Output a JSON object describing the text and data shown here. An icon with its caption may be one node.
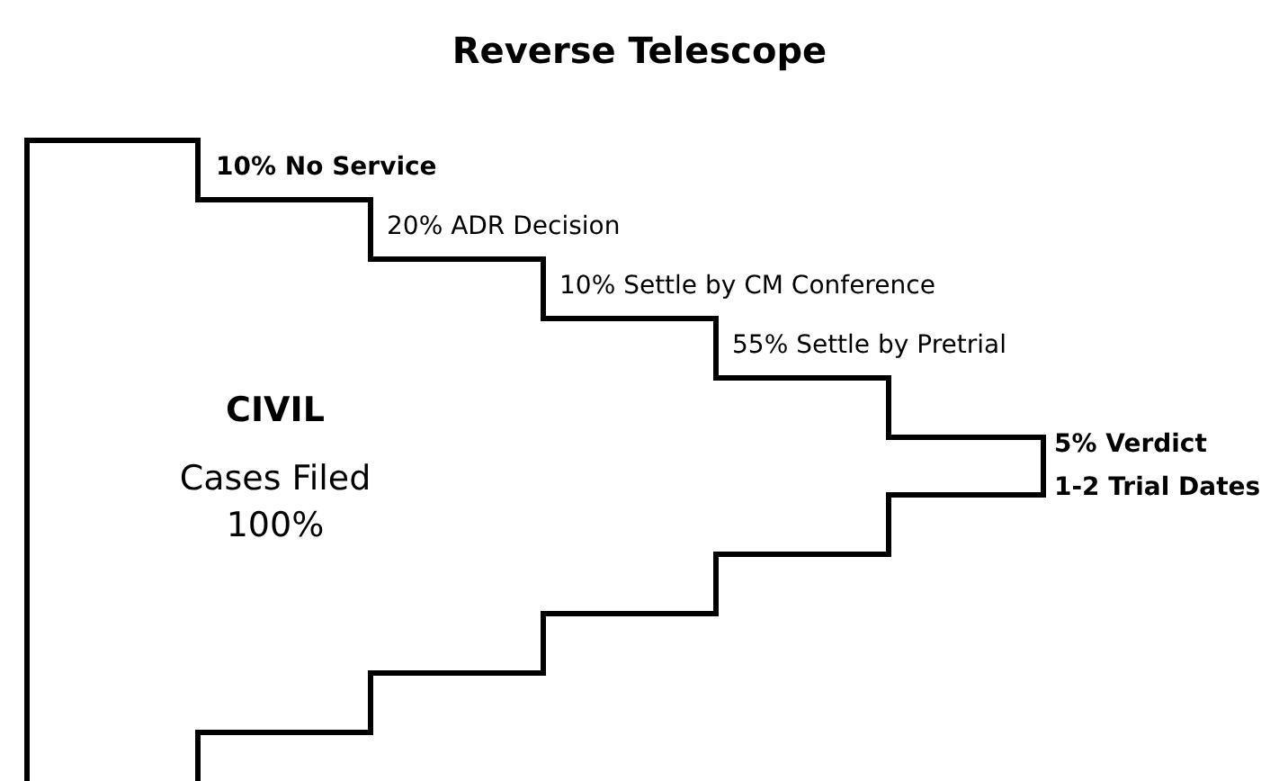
{
  "diagram": {
    "title": "Reverse Telescope",
    "nodes": [
      {
        "text": [
          "CIVIL",
          "Cases Filed 100%"
        ]
      }
    ],
    "edges": [],
    "labels": [
      "10% No Service",
      "20% ADR Decision",
      "10% Settle by CM Conference",
      "55% Settle by Pretrial",
      "5% Verdict",
      "1-2 Trial Dates"
    ]
  }
}
